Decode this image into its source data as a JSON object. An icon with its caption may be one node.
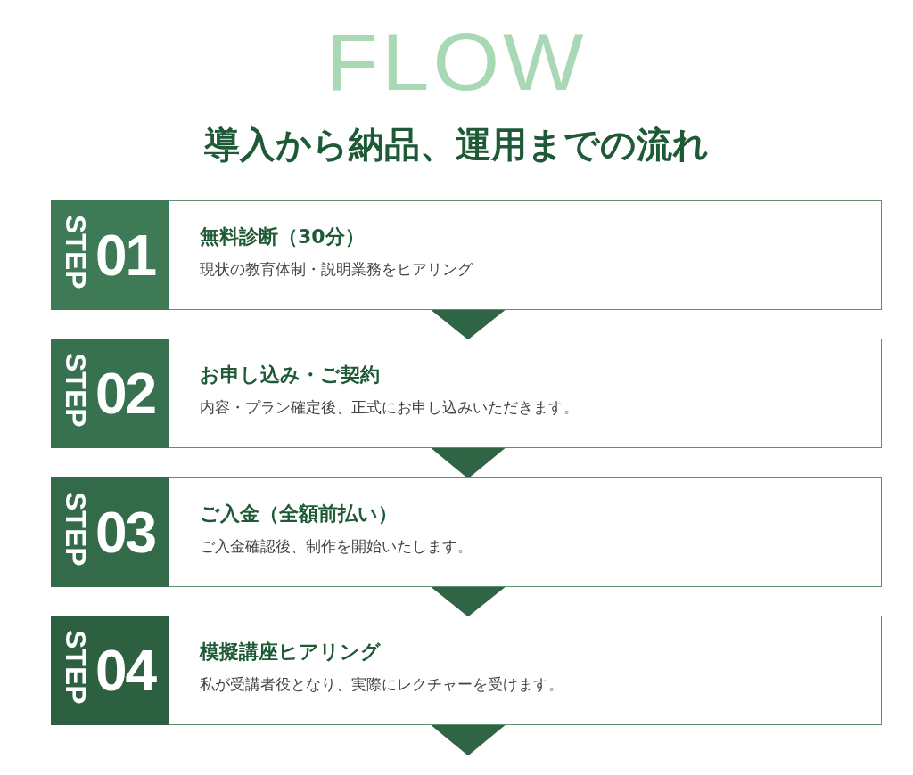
{
  "diagram": {
    "title": "導入から納品、運用までの流れ",
    "nodes": [
      {
        "text": [
          "STEP",
          "01",
          "無料診断（30分）",
          "現状の教育体制・説明業務をヒアリング"
        ]
      },
      {
        "text": [
          "STEP",
          "02",
          "お申し込み・ご契約",
          "内容・プラン確定後、正式にお申し込みいただきます。"
        ]
      },
      {
        "text": [
          "STEP",
          "03",
          "ご入金（全額前払い）",
          "ご入金確認後、制作を開始いたします。"
        ]
      },
      {
        "text": [
          "STEP",
          "04",
          "模擬講座ヒアリング",
          "私が受講者役となり、実際にレクチャーを受けます。"
        ]
      }
    ],
    "edges": [
      {
        "from": 0,
        "to": 1,
        "arrow": "to"
      },
      {
        "from": 1,
        "to": 2,
        "arrow": "to"
      },
      {
        "from": 2,
        "to": 3,
        "arrow": "to"
      },
      {
        "from": 3,
        "to": null,
        "arrow": "to"
      }
    ],
    "labels": [
      "FLOW"
    ]
  }
}
